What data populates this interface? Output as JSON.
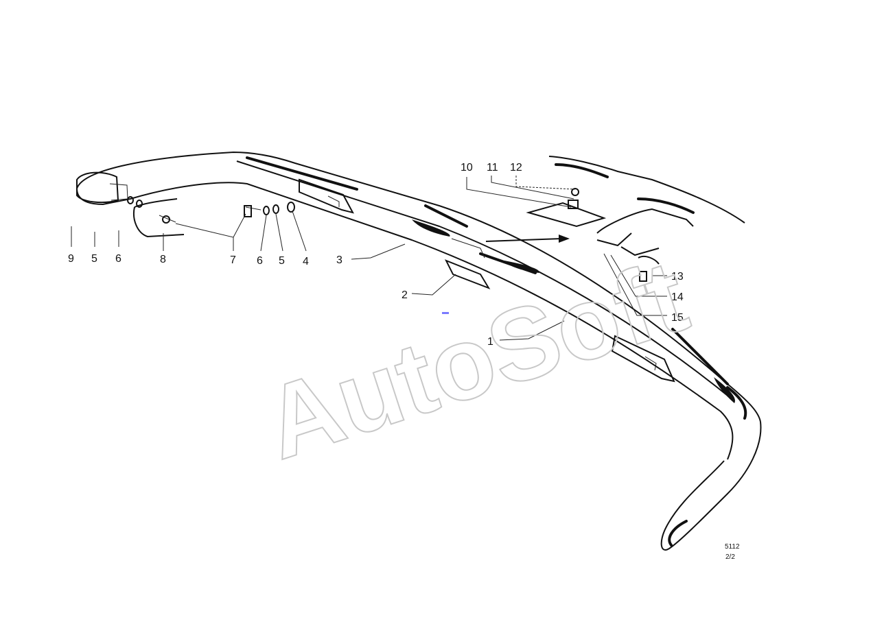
{
  "watermark": "AutoSoft",
  "callouts": {
    "c9": "9",
    "c5a": "5",
    "c6a": "6",
    "c8": "8",
    "c7": "7",
    "c6b": "6",
    "c5b": "5",
    "c4": "4",
    "c3": "3",
    "c2": "2",
    "c1": "1",
    "c10": "10",
    "c11": "11",
    "c12": "12",
    "c13": "13",
    "c14": "14",
    "c15": "15"
  },
  "footer": {
    "code": "5112",
    "sheet": "2/2"
  },
  "colors": {
    "ink": "#111111",
    "watermark": "#c8c8c8",
    "marker": "#7a7aff"
  }
}
